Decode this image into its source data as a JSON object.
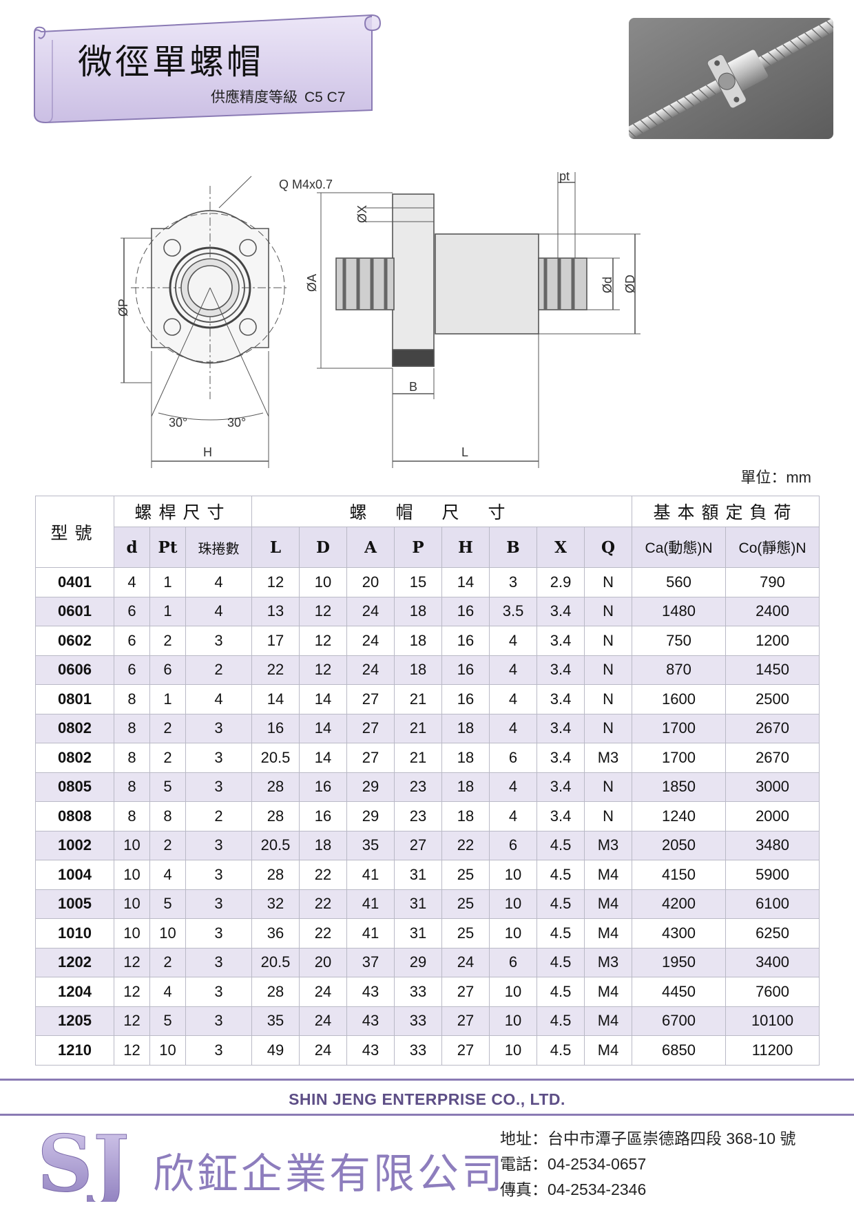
{
  "header": {
    "title": "微徑單螺帽",
    "subtitle": "供應精度等級",
    "grade": "C5 C7"
  },
  "drawing": {
    "labels": {
      "q": "Q M4x0.7",
      "phi_p": "ØP",
      "angle_left": "30°",
      "angle_right": "30°",
      "h": "H",
      "phi_x": "ØX",
      "phi_a": "ØA",
      "b": "B",
      "l": "L",
      "pt": "pt",
      "phi_d_small": "Ød",
      "phi_d_large": "ØD"
    }
  },
  "unit": "單位：mm",
  "table": {
    "model_header": "型號",
    "groups": {
      "screw": "螺桿尺寸",
      "nut": "螺帽尺寸",
      "load": "基本額定負荷"
    },
    "columns": [
      "d",
      "Pt",
      "珠捲數",
      "L",
      "D",
      "A",
      "P",
      "H",
      "B",
      "X",
      "Q",
      "Ca(動態)N",
      "Co(靜態)N"
    ],
    "rows": [
      [
        "0401",
        "4",
        "1",
        "4",
        "12",
        "10",
        "20",
        "15",
        "14",
        "3",
        "2.9",
        "N",
        "560",
        "790"
      ],
      [
        "0601",
        "6",
        "1",
        "4",
        "13",
        "12",
        "24",
        "18",
        "16",
        "3.5",
        "3.4",
        "N",
        "1480",
        "2400"
      ],
      [
        "0602",
        "6",
        "2",
        "3",
        "17",
        "12",
        "24",
        "18",
        "16",
        "4",
        "3.4",
        "N",
        "750",
        "1200"
      ],
      [
        "0606",
        "6",
        "6",
        "2",
        "22",
        "12",
        "24",
        "18",
        "16",
        "4",
        "3.4",
        "N",
        "870",
        "1450"
      ],
      [
        "0801",
        "8",
        "1",
        "4",
        "14",
        "14",
        "27",
        "21",
        "16",
        "4",
        "3.4",
        "N",
        "1600",
        "2500"
      ],
      [
        "0802",
        "8",
        "2",
        "3",
        "16",
        "14",
        "27",
        "21",
        "18",
        "4",
        "3.4",
        "N",
        "1700",
        "2670"
      ],
      [
        "0802",
        "8",
        "2",
        "3",
        "20.5",
        "14",
        "27",
        "21",
        "18",
        "6",
        "3.4",
        "M3",
        "1700",
        "2670"
      ],
      [
        "0805",
        "8",
        "5",
        "3",
        "28",
        "16",
        "29",
        "23",
        "18",
        "4",
        "3.4",
        "N",
        "1850",
        "3000"
      ],
      [
        "0808",
        "8",
        "8",
        "2",
        "28",
        "16",
        "29",
        "23",
        "18",
        "4",
        "3.4",
        "N",
        "1240",
        "2000"
      ],
      [
        "1002",
        "10",
        "2",
        "3",
        "20.5",
        "18",
        "35",
        "27",
        "22",
        "6",
        "4.5",
        "M3",
        "2050",
        "3480"
      ],
      [
        "1004",
        "10",
        "4",
        "3",
        "28",
        "22",
        "41",
        "31",
        "25",
        "10",
        "4.5",
        "M4",
        "4150",
        "5900"
      ],
      [
        "1005",
        "10",
        "5",
        "3",
        "32",
        "22",
        "41",
        "31",
        "25",
        "10",
        "4.5",
        "M4",
        "4200",
        "6100"
      ],
      [
        "1010",
        "10",
        "10",
        "3",
        "36",
        "22",
        "41",
        "31",
        "25",
        "10",
        "4.5",
        "M4",
        "4300",
        "6250"
      ],
      [
        "1202",
        "12",
        "2",
        "3",
        "20.5",
        "20",
        "37",
        "29",
        "24",
        "6",
        "4.5",
        "M3",
        "1950",
        "3400"
      ],
      [
        "1204",
        "12",
        "4",
        "3",
        "28",
        "24",
        "43",
        "33",
        "27",
        "10",
        "4.5",
        "M4",
        "4450",
        "7600"
      ],
      [
        "1205",
        "12",
        "5",
        "3",
        "35",
        "24",
        "43",
        "33",
        "27",
        "10",
        "4.5",
        "M4",
        "6700",
        "10100"
      ],
      [
        "1210",
        "12",
        "10",
        "3",
        "49",
        "24",
        "43",
        "33",
        "27",
        "10",
        "4.5",
        "M4",
        "6850",
        "11200"
      ]
    ]
  },
  "footer": {
    "company_en": "SHIN JENG ENTERPRISE CO., LTD.",
    "logo": "SJ",
    "company_cn": "欣鉦企業有限公司",
    "address": "地址：台中市潭子區崇德路四段 368-10 號",
    "phone": "電話：04-2534-0657",
    "fax": "傳真：04-2534-2346"
  },
  "colors": {
    "accent": "#8a7ab4",
    "banner": "#d9d0ec",
    "row_stripe": "#e8e4f2"
  }
}
